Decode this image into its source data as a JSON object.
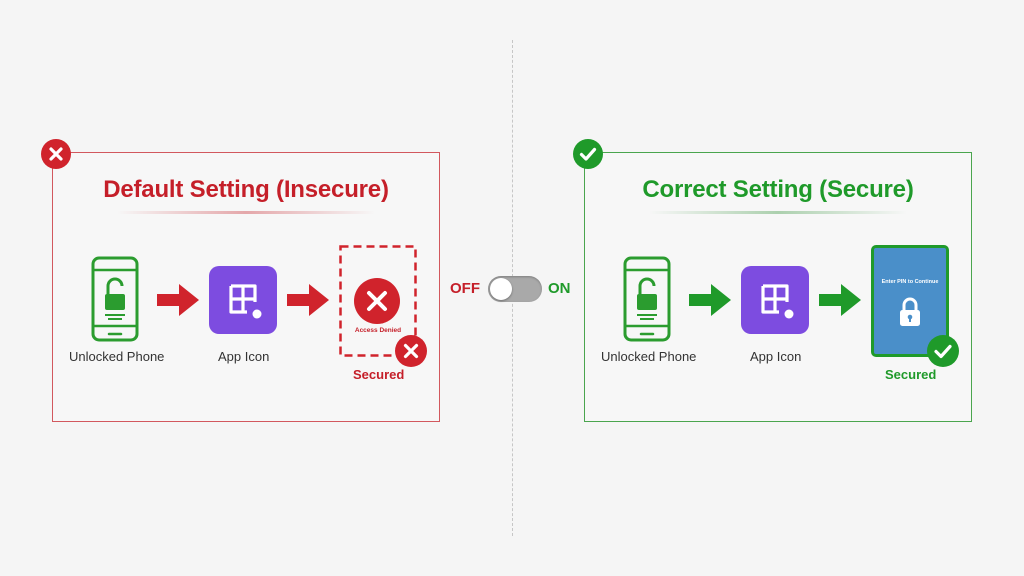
{
  "left_panel": {
    "title": "Default Setting (Insecure)",
    "badge_icon": "x-circle-icon",
    "step1_label": "Unlocked Phone",
    "step2_label": "App Icon",
    "step3_label": "Secured",
    "access_text": "Access Denied",
    "color": "#c51f29"
  },
  "right_panel": {
    "title": "Correct Setting (Secure)",
    "badge_icon": "check-circle-icon",
    "step1_label": "Unlocked Phone",
    "step2_label": "App Icon",
    "step3_label": "Secured",
    "pin_text": "Enter PIN to Continue",
    "color": "#1f9a2a"
  },
  "toggle": {
    "off_label": "OFF",
    "on_label": "ON",
    "state": "off"
  },
  "colors": {
    "red": "#c51f29",
    "green": "#1f9a2a",
    "purple": "#7d4ce0",
    "blue": "#4a8fc9"
  }
}
